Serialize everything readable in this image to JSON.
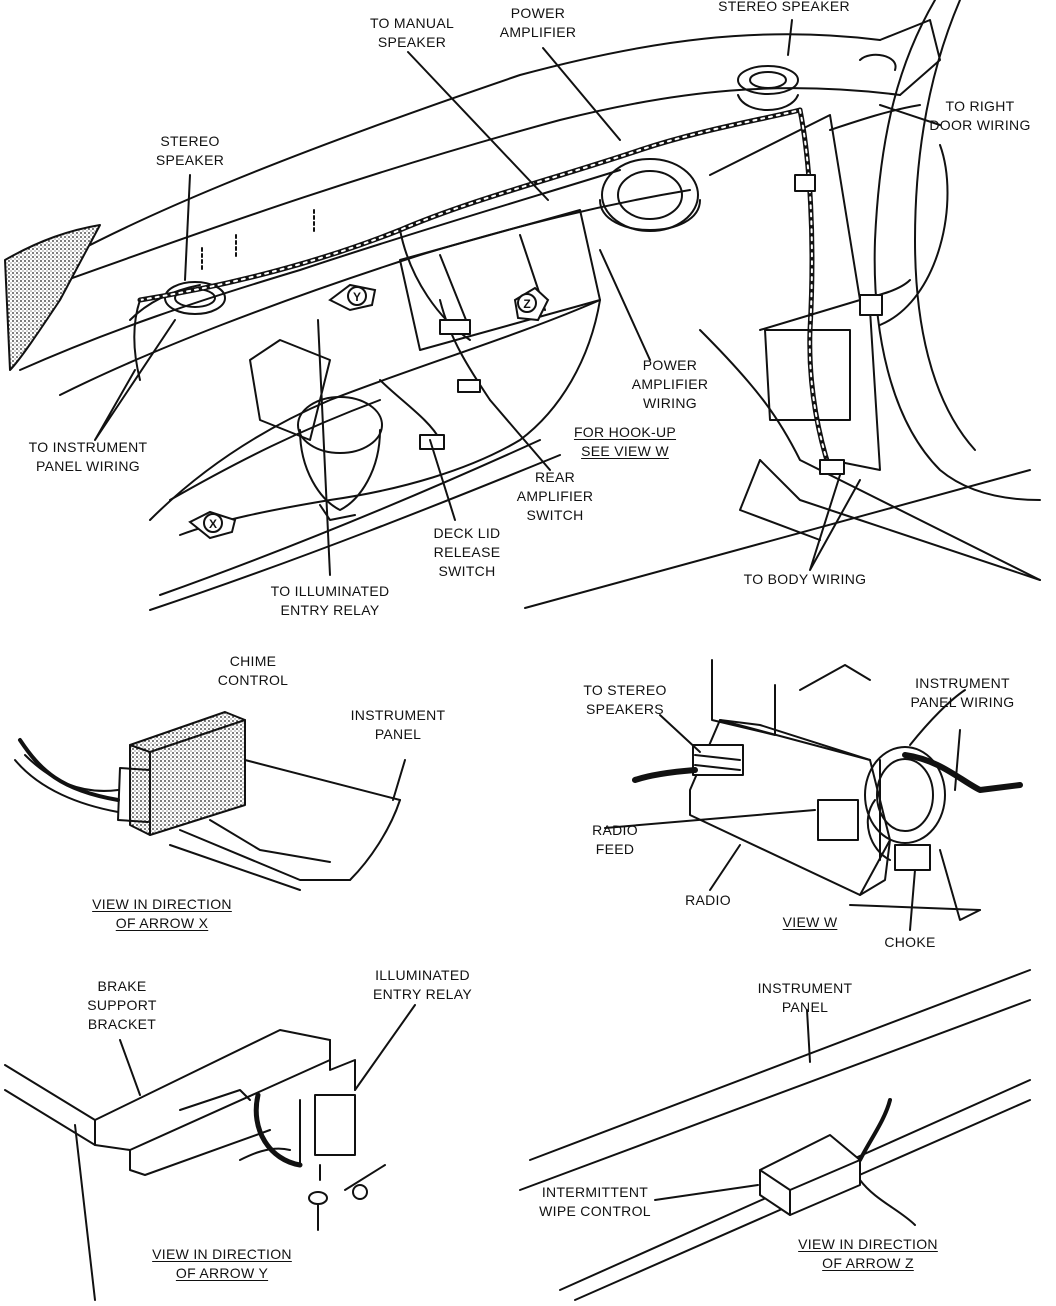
{
  "labels": {
    "to_manual_speaker": [
      "TO MANUAL",
      "SPEAKER"
    ],
    "power_amplifier_top": [
      "POWER",
      "AMPLIFIER"
    ],
    "stereo_speaker_top": [
      "STEREO SPEAKER"
    ],
    "to_right_door_wiring": [
      "TO RIGHT",
      "DOOR WIRING"
    ],
    "stereo_speaker_left": [
      "STEREO",
      "SPEAKER"
    ],
    "to_instrument_panel_wiring": [
      "TO INSTRUMENT",
      "PANEL WIRING"
    ],
    "power_amplifier_wiring": [
      "POWER",
      "AMPLIFIER",
      "WIRING"
    ],
    "for_hook_up": [
      "FOR HOOK-UP",
      "SEE VIEW W"
    ],
    "rear_amplifier_switch": [
      "REAR",
      "AMPLIFIER",
      "SWITCH"
    ],
    "deck_lid_release_switch": [
      "DECK LID",
      "RELEASE",
      "SWITCH"
    ],
    "to_illuminated_entry_relay": [
      "TO ILLUMINATED",
      "ENTRY RELAY"
    ],
    "to_body_wiring": [
      "TO BODY WIRING"
    ],
    "chime_control": [
      "CHIME",
      "CONTROL"
    ],
    "instrument_panel_x": [
      "INSTRUMENT",
      "PANEL"
    ],
    "view_arrow_x": [
      "VIEW IN DIRECTION",
      "OF ARROW X"
    ],
    "to_stereo_speakers": [
      "TO STEREO",
      "SPEAKERS"
    ],
    "instrument_panel_wiring_w": [
      "INSTRUMENT",
      "PANEL WIRING"
    ],
    "radio_feed": [
      "RADIO",
      "FEED"
    ],
    "radio": [
      "RADIO"
    ],
    "view_w": [
      "VIEW W"
    ],
    "choke": [
      "CHOKE"
    ],
    "brake_support_bracket": [
      "BRAKE",
      "SUPPORT",
      "BRACKET"
    ],
    "illuminated_entry_relay": [
      "ILLUMINATED",
      "ENTRY RELAY"
    ],
    "view_arrow_y": [
      "VIEW IN DIRECTION",
      "OF ARROW Y"
    ],
    "instrument_panel_z": [
      "INSTRUMENT",
      "PANEL"
    ],
    "intermittent_wipe_control": [
      "INTERMITTENT",
      "WIPE CONTROL"
    ],
    "view_arrow_z": [
      "VIEW IN DIRECTION",
      "OF ARROW Z"
    ]
  },
  "arrow_markers": {
    "x": "X",
    "y": "Y",
    "z": "Z"
  },
  "colors": {
    "ink": "#111111",
    "paper": "#ffffff",
    "shade": "#9a9a9a"
  }
}
